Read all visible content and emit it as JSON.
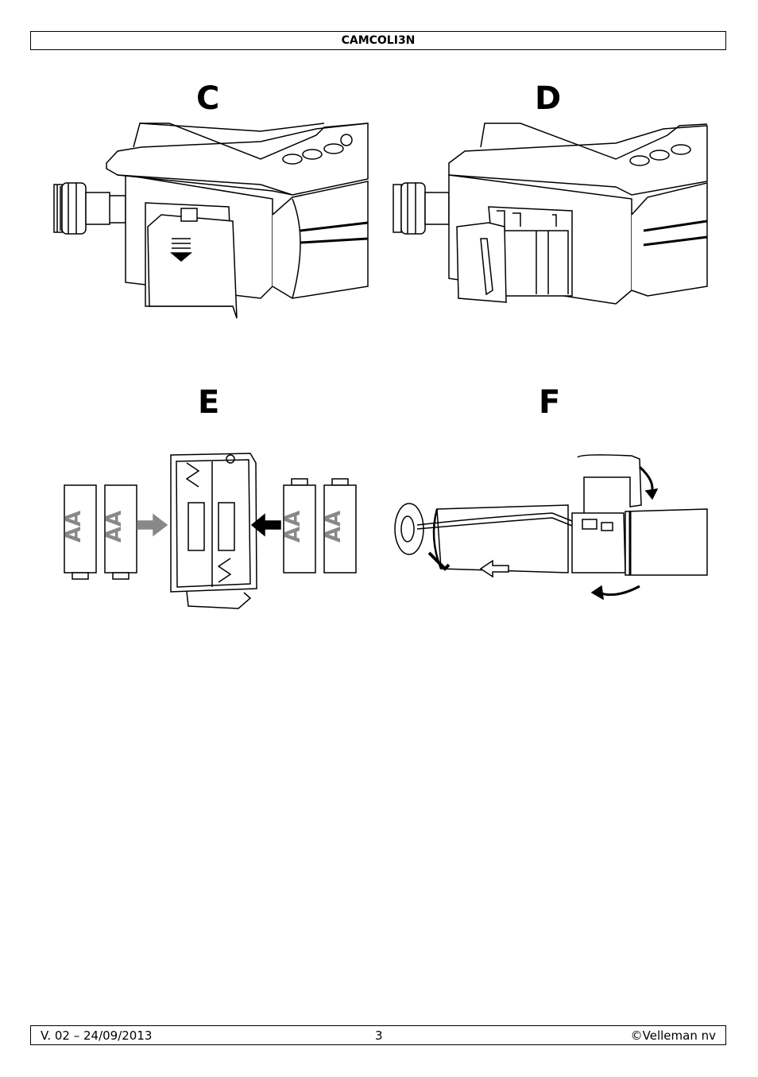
{
  "header": {
    "model": "CAMCOLI3N"
  },
  "figures": [
    {
      "label": "C"
    },
    {
      "label": "D"
    },
    {
      "label": "E"
    },
    {
      "label": "F"
    }
  ],
  "battery_label": "AA",
  "footer": {
    "version": "V. 02 – 24/09/2013",
    "page_number": "3",
    "copyright": "©Velleman nv"
  }
}
